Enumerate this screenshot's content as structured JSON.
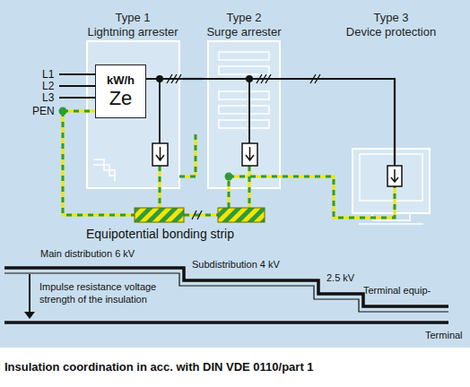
{
  "diagram": {
    "caption": "Insulation coordination in acc. with DIN VDE 0110/part 1",
    "nodes": [
      {
        "text": [
          "Type 1",
          "Lightning arrester"
        ]
      },
      {
        "text": [
          "kW/h",
          "Ze"
        ],
        "in": 0
      },
      {
        "text": [
          "Type 2",
          "Surge arrester"
        ]
      },
      {
        "text": [
          "Type 3",
          "Device protection"
        ]
      }
    ],
    "edges": [
      {
        "from": 0,
        "to": 2,
        "arrow": "none"
      },
      {
        "from": 2,
        "to": 3,
        "arrow": "none"
      }
    ],
    "labels": [
      "L1",
      "L2",
      "L3",
      "PEN",
      "Equipotential bonding strip",
      "Main distribution 6 kV",
      "Subdistribution 4 kV",
      "2.5 kV",
      "Terminal equip-",
      "Impulse resistance voltage strength of the insulation",
      "Terminal"
    ]
  }
}
